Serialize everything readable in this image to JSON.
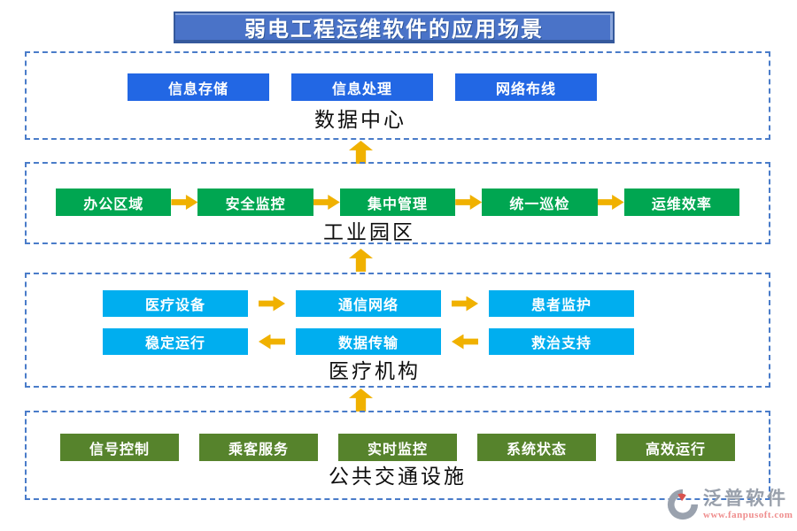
{
  "title": {
    "text": "弱电工程运维软件的应用场景",
    "bg_color": "#4a73c8"
  },
  "style": {
    "dashed_border_color": "#4a7cc9",
    "arrow_color": "#f0b100"
  },
  "sections": [
    {
      "id": "data-center",
      "label": "数据中心",
      "node_color": "#2267e4",
      "buttons": [
        "信息存储",
        "信息处理",
        "网络布线"
      ]
    },
    {
      "id": "industrial-park",
      "label": "工业园区",
      "node_color": "#00a651",
      "flow": "right",
      "buttons": [
        "办公区域",
        "安全监控",
        "集中管理",
        "统一巡检",
        "运维效率"
      ]
    },
    {
      "id": "medical-institution",
      "label": "医疗机构",
      "node_color": "#00aeef",
      "rows": [
        {
          "flow": "right",
          "buttons": [
            "医疗设备",
            "通信网络",
            "患者监护"
          ]
        },
        {
          "flow": "left",
          "buttons": [
            "稳定运行",
            "数据传输",
            "救治支持"
          ]
        }
      ]
    },
    {
      "id": "public-transport",
      "label": "公共交通设施",
      "node_color": "#56832c",
      "buttons": [
        "信号控制",
        "乘客服务",
        "实时监控",
        "系统状态",
        "高效运行"
      ]
    }
  ],
  "watermark": {
    "brand": "泛普软件",
    "url": "www.fanpusoft.com"
  }
}
